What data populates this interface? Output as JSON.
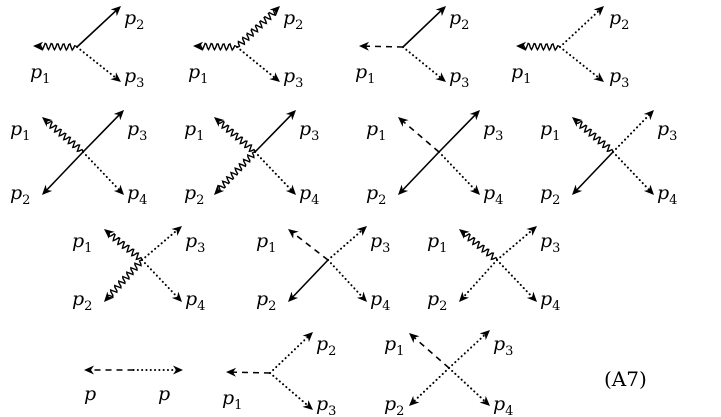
{
  "equation_number": "(A7)",
  "diagrams": [
    {
      "name": "vertex-photon-solid-dotted",
      "legs": [
        {
          "style": "wavy",
          "label": "p",
          "sub": "1"
        },
        {
          "style": "solid",
          "label": "p",
          "sub": "2"
        },
        {
          "style": "dotted",
          "label": "p",
          "sub": "3"
        }
      ]
    },
    {
      "name": "vertex-photon-wavy-dotted",
      "legs": [
        {
          "style": "wavy",
          "label": "p",
          "sub": "1"
        },
        {
          "style": "wavy",
          "label": "p",
          "sub": "2"
        },
        {
          "style": "dotted",
          "label": "p",
          "sub": "3"
        }
      ]
    },
    {
      "name": "vertex-dashed-solid-dotted",
      "legs": [
        {
          "style": "dashed",
          "label": "p",
          "sub": "1"
        },
        {
          "style": "solid",
          "label": "p",
          "sub": "2"
        },
        {
          "style": "dotted",
          "label": "p",
          "sub": "3"
        }
      ]
    },
    {
      "name": "vertex-photon-dotted-dotted",
      "legs": [
        {
          "style": "wavy",
          "label": "p",
          "sub": "1"
        },
        {
          "style": "dotted",
          "label": "p",
          "sub": "2"
        },
        {
          "style": "dotted",
          "label": "p",
          "sub": "3"
        }
      ]
    },
    {
      "name": "cross-wavy-solid-solid-dotted",
      "legs": [
        {
          "style": "wavy",
          "label": "p",
          "sub": "1"
        },
        {
          "style": "solid",
          "label": "p",
          "sub": "2"
        },
        {
          "style": "solid",
          "label": "p",
          "sub": "3"
        },
        {
          "style": "dotted",
          "label": "p",
          "sub": "4"
        }
      ]
    },
    {
      "name": "cross-wavy-wavy-solid-dotted",
      "legs": [
        {
          "style": "wavy",
          "label": "p",
          "sub": "1"
        },
        {
          "style": "wavy",
          "label": "p",
          "sub": "2"
        },
        {
          "style": "solid",
          "label": "p",
          "sub": "3"
        },
        {
          "style": "dotted",
          "label": "p",
          "sub": "4"
        }
      ]
    },
    {
      "name": "cross-dashed-solid-solid-dotted",
      "legs": [
        {
          "style": "dashed",
          "label": "p",
          "sub": "1"
        },
        {
          "style": "solid",
          "label": "p",
          "sub": "2"
        },
        {
          "style": "solid",
          "label": "p",
          "sub": "3"
        },
        {
          "style": "dotted",
          "label": "p",
          "sub": "4"
        }
      ]
    },
    {
      "name": "cross-wavy-solid-dotted-dotted",
      "legs": [
        {
          "style": "wavy",
          "label": "p",
          "sub": "1"
        },
        {
          "style": "solid",
          "label": "p",
          "sub": "2"
        },
        {
          "style": "dotted",
          "label": "p",
          "sub": "3"
        },
        {
          "style": "dotted",
          "label": "p",
          "sub": "4"
        }
      ]
    },
    {
      "name": "cross-wavy-wavy-dotted-dotted",
      "legs": [
        {
          "style": "wavy",
          "label": "p",
          "sub": "1"
        },
        {
          "style": "wavy",
          "label": "p",
          "sub": "2"
        },
        {
          "style": "dotted",
          "label": "p",
          "sub": "3"
        },
        {
          "style": "dotted",
          "label": "p",
          "sub": "4"
        }
      ]
    },
    {
      "name": "cross-dashed-solid-dotted-dotted",
      "legs": [
        {
          "style": "dashed",
          "label": "p",
          "sub": "1"
        },
        {
          "style": "solid",
          "label": "p",
          "sub": "2"
        },
        {
          "style": "dotted",
          "label": "p",
          "sub": "3"
        },
        {
          "style": "dotted",
          "label": "p",
          "sub": "4"
        }
      ]
    },
    {
      "name": "cross-wavy-dotted-dotted-dotted",
      "legs": [
        {
          "style": "wavy",
          "label": "p",
          "sub": "1"
        },
        {
          "style": "dotted",
          "label": "p",
          "sub": "2"
        },
        {
          "style": "dotted",
          "label": "p",
          "sub": "3"
        },
        {
          "style": "dotted",
          "label": "p",
          "sub": "4"
        }
      ]
    },
    {
      "name": "propagator-dashed-dotted",
      "legs": [
        {
          "style": "dashed",
          "label": "p",
          "sub": ""
        },
        {
          "style": "dotted",
          "label": "p",
          "sub": ""
        }
      ]
    },
    {
      "name": "vertex-dashed-dotted-dotted",
      "legs": [
        {
          "style": "dashed",
          "label": "p",
          "sub": "1"
        },
        {
          "style": "dotted",
          "label": "p",
          "sub": "2"
        },
        {
          "style": "dotted",
          "label": "p",
          "sub": "3"
        }
      ]
    },
    {
      "name": "cross-dashed-dotted-dotted-dotted",
      "legs": [
        {
          "style": "dashed",
          "label": "p",
          "sub": "1"
        },
        {
          "style": "dotted",
          "label": "p",
          "sub": "2"
        },
        {
          "style": "dotted",
          "label": "p",
          "sub": "3"
        },
        {
          "style": "dotted",
          "label": "p",
          "sub": "4"
        }
      ]
    }
  ]
}
